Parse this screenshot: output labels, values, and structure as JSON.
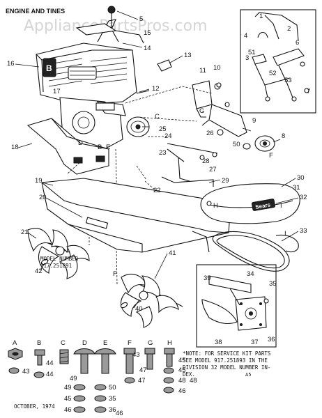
{
  "diagram": {
    "section_title": "ENGINE AND TINES",
    "watermark": "AppliancePartsPros.com",
    "model_number_line1": "MODEL NUMBER",
    "model_number_line2": "917.251891",
    "note_lines": [
      "*NOTE: FOR SERVICE KIT PARTS",
      "SEE MODEL 917.251893 IN THE",
      "DIVISION 32 MODEL NUMBER IN-",
      "DEX."
    ],
    "note_suffix": "A5",
    "date": "OCTOBER, 1974",
    "engine_badge": "B",
    "shield_badge": "Sears",
    "hardware_letters": [
      "A",
      "B",
      "C",
      "D",
      "E",
      "F",
      "G",
      "H"
    ],
    "callouts": [
      "1",
      "2",
      "3",
      "4",
      "5",
      "6",
      "7",
      "8",
      "9",
      "10",
      "11",
      "12",
      "13",
      "14",
      "15",
      "16",
      "17",
      "18",
      "19",
      "20",
      "21",
      "22",
      "23",
      "24",
      "25",
      "26",
      "27",
      "28",
      "29",
      "30",
      "31",
      "32",
      "33",
      "34",
      "35",
      "36",
      "37",
      "38",
      "39",
      "40",
      "41",
      "42",
      "43",
      "44",
      "45",
      "46",
      "47",
      "48",
      "49",
      "50",
      "51",
      "52",
      "53"
    ],
    "hardware_callouts": [
      "43",
      "44",
      "49",
      "45",
      "46",
      "50",
      "35",
      "36",
      "47",
      "45",
      "48",
      "46"
    ],
    "letter_tags": [
      "C",
      "D",
      "E",
      "F",
      "G",
      "H",
      "I",
      "B",
      "F",
      "I"
    ]
  }
}
